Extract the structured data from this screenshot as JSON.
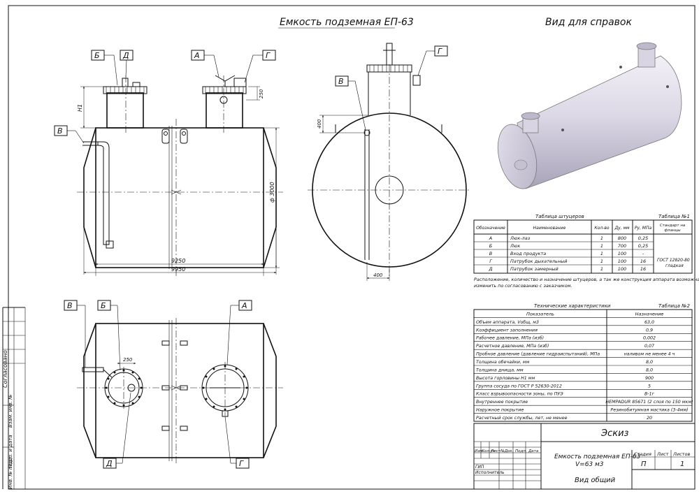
{
  "titles": {
    "main": "Емкость подземная ЕП-63",
    "reference": "Вид для справок"
  },
  "callouts": {
    "b": "Б",
    "d": "Д",
    "a": "А",
    "g": "Г",
    "v": "В"
  },
  "dims": {
    "h1": "Н1",
    "d250": "250",
    "d9250": "9250",
    "d9950": "9950",
    "d3000": "ф 3000",
    "d400a": "400",
    "d400b": "400",
    "d250b": "250"
  },
  "side_strip": {
    "sogl": "Согласовано",
    "inv_dubl": "Взам. инв. №",
    "podp_data": "Подп. и дата",
    "inv_podl": "Инв. № подл."
  },
  "nozzles": {
    "title": "Таблица штуцеров",
    "num": "Таблица №1",
    "headers": [
      "Обозначение",
      "Наименование",
      "Кол-во",
      "Ду, мм",
      "Ру, МПа",
      "Стандарт на фланцы"
    ],
    "rows": [
      [
        "А",
        "Люк-лаз",
        "1",
        "800",
        "0,25",
        ""
      ],
      [
        "Б",
        "Люк",
        "1",
        "700",
        "0,25",
        ""
      ],
      [
        "В",
        "Вход продукта",
        "1",
        "100",
        "-",
        ""
      ],
      [
        "Г",
        "Патрубок дыхательный",
        "1",
        "100",
        "16",
        ""
      ],
      [
        "Д",
        "Патрубок замерный",
        "1",
        "100",
        "16",
        ""
      ]
    ],
    "standard": "ГОСТ 12820-80 гладкая",
    "note": "Расположение, количество и назначение штуцеров, а так же конструкция аппарата возможна изменить по согласованию с заказчиком."
  },
  "specs": {
    "title": "Технические характеристики",
    "num": "Таблица №2",
    "headers": [
      "Показатель",
      "Назначение"
    ],
    "rows": [
      [
        "Объем аппарата, Vобщ, м3",
        "63,0"
      ],
      [
        "Коэффициент заполнения",
        "0,9"
      ],
      [
        "Рабочее давление, МПа (изб)",
        "0,002"
      ],
      [
        "Расчетное давление, МПа (изб)",
        "0,07"
      ],
      [
        "Пробное давление (давление гидраиспытаний), МПа",
        "наливом не менее 4 ч"
      ],
      [
        "Толщина обечайки, мм",
        "8,0"
      ],
      [
        "Толщина днища, мм",
        "8,0"
      ],
      [
        "Высота горловины Н1 мм",
        "900"
      ],
      [
        "Группа сосуда по ГОСТ Р 52630-2012",
        "5"
      ],
      [
        "Класс взрывоопасности зоны, по ПУЭ",
        "В-1г"
      ],
      [
        "Внутреннее покрытие",
        "HEMPADUR 85671 (2 слоя по 150 мкм)"
      ],
      [
        "Наружное покрытие",
        "Резинобитумная мастика (3-4мм)"
      ],
      [
        "Расчетный срок службы, лет, не менее",
        "20"
      ]
    ]
  },
  "stamp": {
    "eskiz": "Эскиз",
    "cols": [
      "Изм.",
      "Кол.уч",
      "Лист",
      "№Док.",
      "Подп.",
      "Дата"
    ],
    "name1": "Емкость подземная ЕП-63",
    "name2": "V=63 м3",
    "view": "Вид общий",
    "stage_label": "Стадия",
    "sheet_label": "Лист",
    "sheets_label": "Листов",
    "stage": "П",
    "sheets": "1",
    "gip": "ГИП",
    "ispoln": "Исполнитель"
  }
}
